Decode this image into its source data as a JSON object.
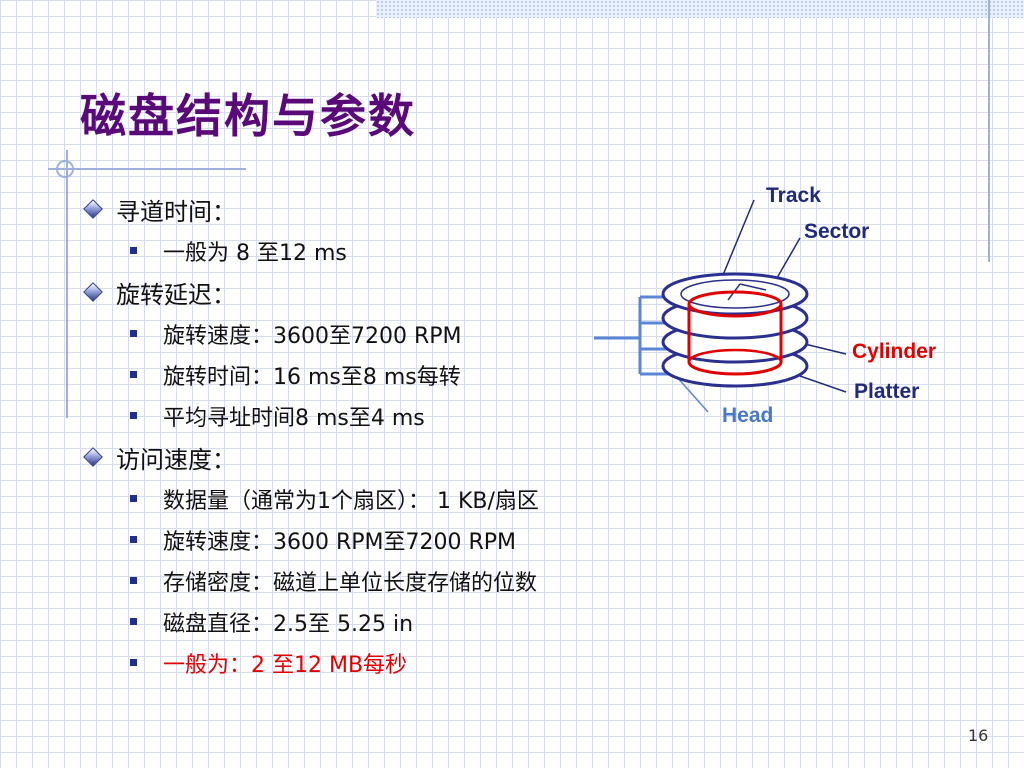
{
  "slide": {
    "title": "磁盘结构与参数",
    "page_number": "16"
  },
  "sections": [
    {
      "heading": "寻道时间：",
      "items": [
        {
          "text": "一般为 8 至12 ms",
          "color": "#111111"
        }
      ]
    },
    {
      "heading": "旋转延迟：",
      "items": [
        {
          "text": "旋转速度：3600至7200 RPM",
          "color": "#111111"
        },
        {
          "text": "旋转时间：16 ms至8 ms每转",
          "color": "#111111"
        },
        {
          "text": "平均寻址时间8 ms至4 ms",
          "color": "#111111"
        }
      ]
    },
    {
      "heading": "访问速度：",
      "items": [
        {
          "text": "数据量（通常为1个扇区）： 1 KB/扇区",
          "color": "#111111"
        },
        {
          "text": "旋转速度：3600 RPM至7200 RPM",
          "color": "#111111"
        },
        {
          "text": "存储密度：磁道上单位长度存储的位数",
          "color": "#111111"
        },
        {
          "text": "磁盘直径：2.5至 5.25 in",
          "color": "#111111"
        },
        {
          "text": "一般为：2 至12 MB每秒",
          "color": "#e00000"
        }
      ]
    }
  ],
  "diagram": {
    "labels": {
      "track": "Track",
      "sector": "Sector",
      "cylinder": "Cylinder",
      "platter": "Platter",
      "head": "Head"
    },
    "colors": {
      "platter": "#2b2f8f",
      "cylinder": "#e00000",
      "head": "#5b86d6",
      "label_dark": "#1f2a7a",
      "label_red": "#e00000",
      "label_head": "#4a78c8"
    }
  }
}
